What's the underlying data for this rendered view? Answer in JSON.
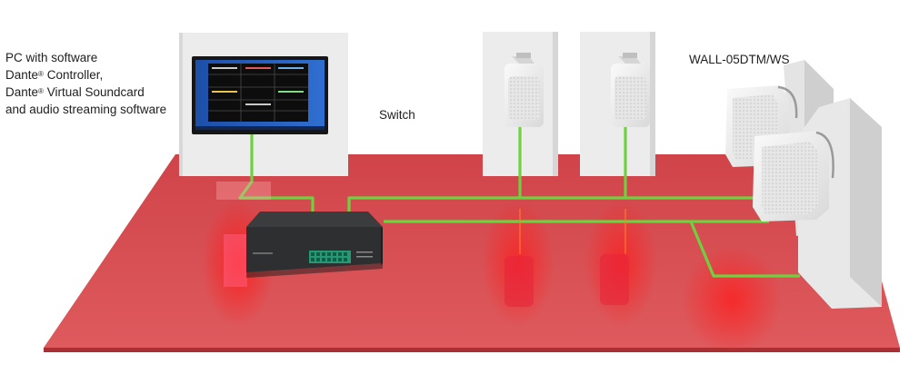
{
  "labels": {
    "pc_line1": "PC with software",
    "pc_line2_pre": "Dante",
    "pc_line2_sup": "®",
    "pc_line2_post": " Controller,",
    "pc_line3_pre": "Dante",
    "pc_line3_sup": "®",
    "pc_line3_post": " Virtual Soundcard",
    "pc_line4": "and audio streaming software",
    "switch": "Switch",
    "speaker_model": "WALL-05DTM/WS"
  },
  "colors": {
    "floor": "#d8474b",
    "floor_edge": "#a82f33",
    "wall": "#ececec",
    "wall_side": "#d2d2d2",
    "cable": "#6ed13f",
    "switch_body": "#2e2f31",
    "switch_ports": "#27a37c",
    "speaker": "#f2f2f2"
  },
  "icons": [
    "monitor-icon",
    "network-switch-icon",
    "speaker-icon"
  ]
}
